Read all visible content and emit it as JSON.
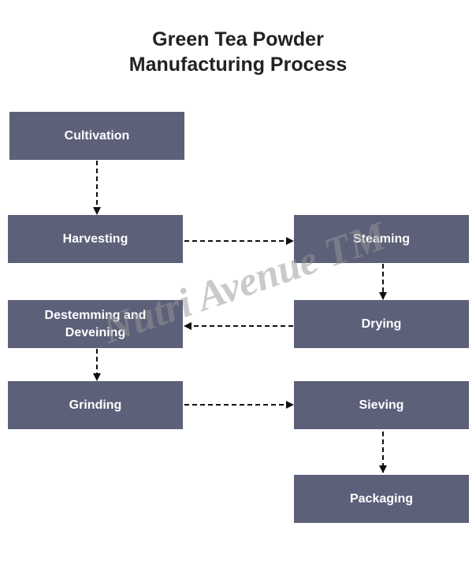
{
  "diagram": {
    "title_lines": [
      "Green Tea Powder",
      "Manufacturing Process"
    ],
    "box_color": "#5d6079",
    "text_color": "#ffffff",
    "arrow_color": "#111111",
    "steps": [
      {
        "id": "cultivation",
        "label": "Cultivation"
      },
      {
        "id": "harvesting",
        "label": "Harvesting"
      },
      {
        "id": "steaming",
        "label": "Steaming"
      },
      {
        "id": "drying",
        "label": "Drying"
      },
      {
        "id": "destemming",
        "label": "Destemming and Deveining"
      },
      {
        "id": "grinding",
        "label": "Grinding"
      },
      {
        "id": "sieving",
        "label": "Sieving"
      },
      {
        "id": "packaging",
        "label": "Packaging"
      }
    ],
    "flow": [
      [
        "cultivation",
        "harvesting"
      ],
      [
        "harvesting",
        "steaming"
      ],
      [
        "steaming",
        "drying"
      ],
      [
        "drying",
        "destemming"
      ],
      [
        "destemming",
        "grinding"
      ],
      [
        "grinding",
        "sieving"
      ],
      [
        "sieving",
        "packaging"
      ]
    ],
    "watermark": "Nutri Avenue TM"
  }
}
